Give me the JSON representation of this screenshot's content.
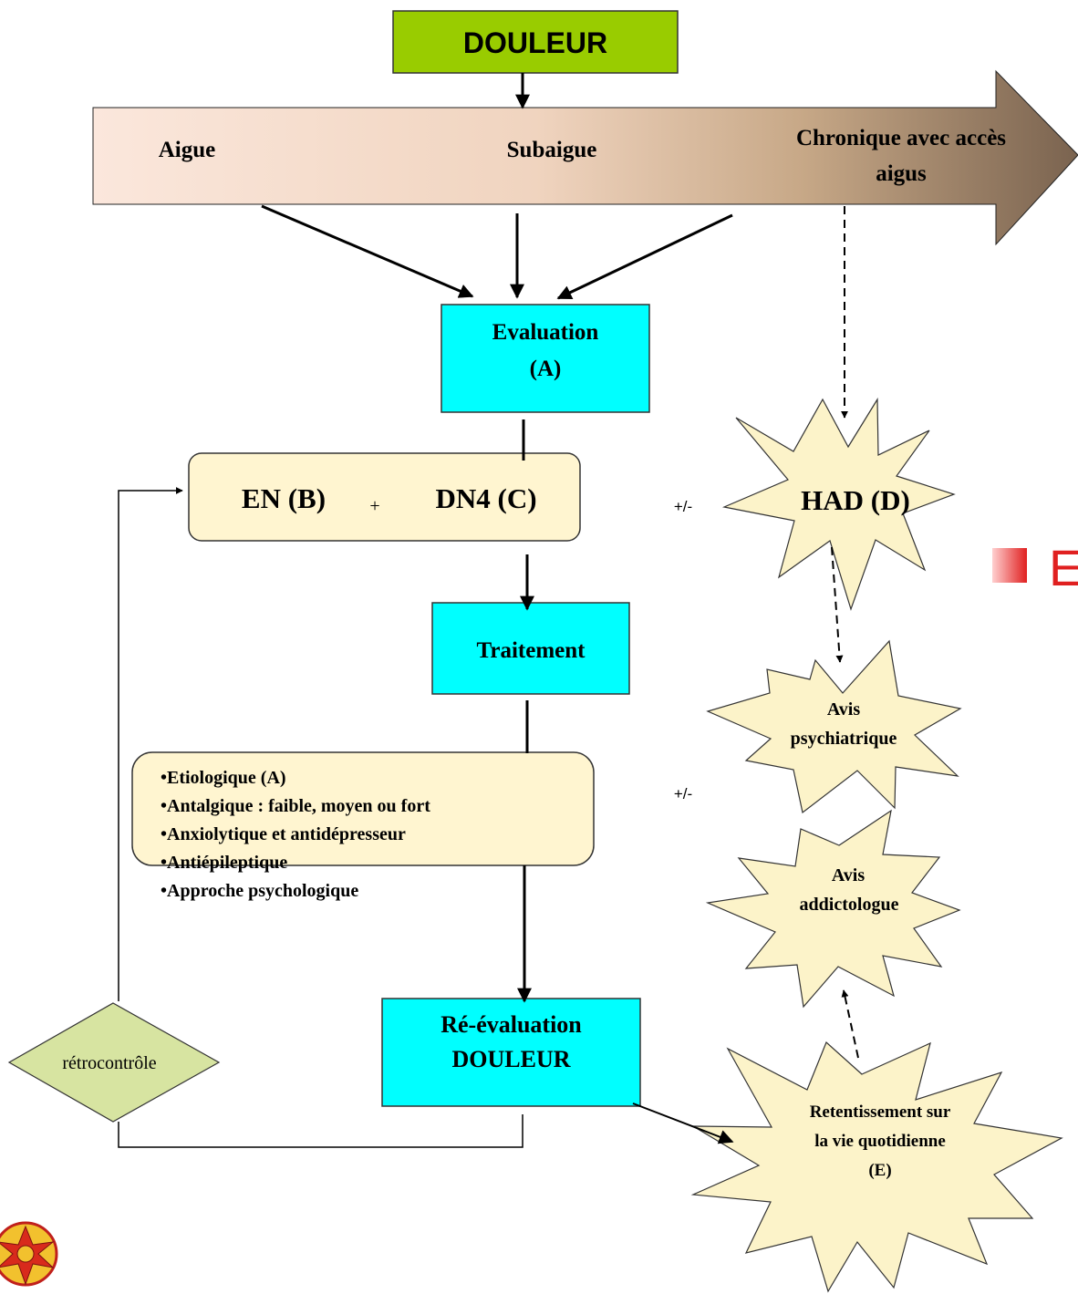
{
  "title": "DOULEUR",
  "phases": {
    "acute": "Aigue",
    "subacute": "Subaigue",
    "chronic_line1": "Chronique avec accès",
    "chronic_line2": "aigus"
  },
  "evaluation": {
    "line1": "Evaluation",
    "line2": "(A)"
  },
  "scales": {
    "en": "EN (B)",
    "plus": "+",
    "dn4": "DN4 (C)"
  },
  "plus_minus_1": "+/-",
  "plus_minus_2": "+/-",
  "had": "HAD (D)",
  "treatment": "Traitement",
  "treatment_items": [
    "•Etiologique (A)",
    "•Antalgique : faible, moyen ou fort",
    "•Anxiolytique et antidépresseur",
    "•Antiépileptique",
    "•Approche psychologique"
  ],
  "psychiatric": {
    "line1": "Avis",
    "line2": "psychiatrique"
  },
  "addictology": {
    "line1": "Avis",
    "line2": "addictologue"
  },
  "reevaluation": {
    "line1": "Ré-évaluation",
    "line2": "DOULEUR"
  },
  "feedback": "rétrocontrôle",
  "impact": {
    "line1": "Retentissement sur",
    "line2": "la vie quotidienne",
    "line3": "(E)"
  },
  "edge_fragment": "E",
  "colors": {
    "title_box": "#99cc00",
    "cyan_box": "#00ffff",
    "cream_box": "#fff5d0",
    "star_fill": "#fcf3c9",
    "diamond_fill": "#d7e4a1",
    "arrow_light": "#fbe7dc",
    "arrow_dark": "#7a634f",
    "red_accent": "#e02020"
  }
}
